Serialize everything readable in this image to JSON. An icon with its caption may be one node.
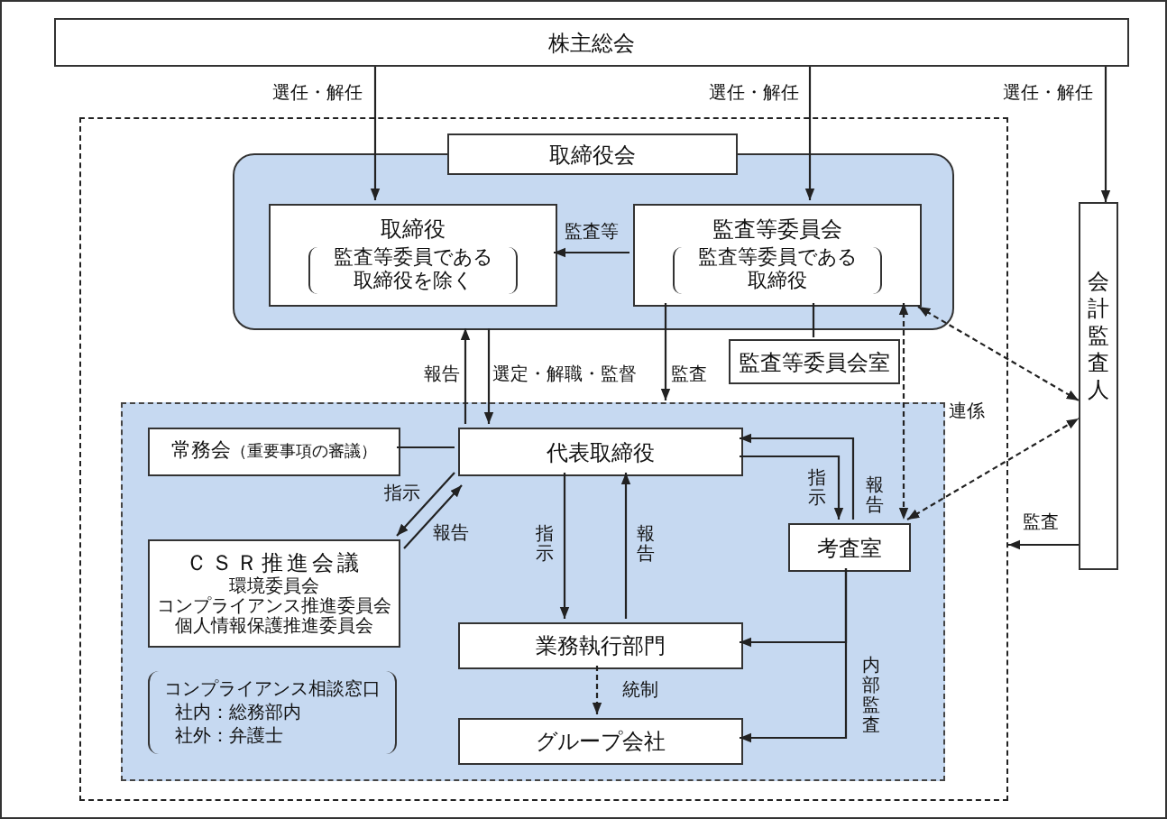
{
  "diagram": {
    "nodes": [
      {
        "text": [
          "株主総会"
        ]
      },
      {
        "text": [],
        "shape": "box"
      },
      {
        "text": [
          "取締役会"
        ],
        "in": 1
      },
      {
        "text": [],
        "shape": "box",
        "in": 1
      },
      {
        "text": [
          "取締役",
          "監査等委員である取締役を除く"
        ],
        "in": 3
      },
      {
        "text": [
          "監査等委員会",
          "監査等委員である取締役"
        ],
        "in": 3
      },
      {
        "text": [
          "監査等委員会室"
        ],
        "in": 1
      },
      {
        "text": [],
        "shape": "box",
        "in": 1
      },
      {
        "text": [
          "常務会",
          "（重要事項の審議）"
        ],
        "in": 7
      },
      {
        "text": [
          "代表取締役"
        ],
        "in": 7
      },
      {
        "text": [
          "ＣＳＲ推進会議",
          "環境委員会",
          "コンプライアンス推進委員会",
          "個人情報保護推進委員会"
        ],
        "in": 7
      },
      {
        "text": [
          "考査室"
        ],
        "in": 7
      },
      {
        "text": [
          "業務執行部門"
        ],
        "in": 7
      },
      {
        "text": [
          "グループ会社"
        ],
        "in": 7
      },
      {
        "text": [
          "会計監査人"
        ]
      }
    ],
    "edges": [
      {
        "from": 0,
        "to": 4,
        "arrow": "to",
        "label": "選任・解任"
      },
      {
        "from": 0,
        "to": 5,
        "arrow": "to",
        "label": "選任・解任"
      },
      {
        "from": 0,
        "to": 14,
        "arrow": "to",
        "label": "選任・解任"
      },
      {
        "from": 5,
        "to": 4,
        "arrow": "to",
        "label": "監査等"
      },
      {
        "from": 5,
        "to": 6,
        "arrow": "none"
      },
      {
        "from": 9,
        "to": 3,
        "arrow": "to",
        "label": "報告"
      },
      {
        "from": 3,
        "to": 9,
        "arrow": "to",
        "label": "選定・解職・監督"
      },
      {
        "from": 5,
        "to": 7,
        "arrow": "to",
        "label": "監査"
      },
      {
        "from": 5,
        "to": 11,
        "arrow": "both",
        "style": "dashed"
      },
      {
        "from": 5,
        "to": 14,
        "arrow": "both",
        "style": "dashed"
      },
      {
        "from": 11,
        "to": 14,
        "arrow": "both",
        "style": "dashed"
      },
      {
        "from": 14,
        "to": 1,
        "arrow": "to",
        "label": "監査"
      },
      {
        "from": 8,
        "to": 9,
        "arrow": "none"
      },
      {
        "from": 9,
        "to": 10,
        "arrow": "to",
        "label": "指示"
      },
      {
        "from": 10,
        "to": 9,
        "arrow": "to",
        "label": "報告"
      },
      {
        "from": 9,
        "to": 12,
        "arrow": "to",
        "label": "指示"
      },
      {
        "from": 12,
        "to": 9,
        "arrow": "to",
        "label": "報告"
      },
      {
        "from": 12,
        "to": 13,
        "arrow": "to",
        "style": "dashed",
        "label": "統制"
      },
      {
        "from": 11,
        "to": 9,
        "arrow": "to",
        "label": "報告"
      },
      {
        "from": 9,
        "to": 11,
        "arrow": "to",
        "label": "指示"
      },
      {
        "from": 11,
        "to": 12,
        "arrow": "to"
      },
      {
        "from": 11,
        "to": 13,
        "arrow": "to",
        "label": "内部監査"
      }
    ],
    "labels": [
      "連係",
      "コンプライアンス相談窓口",
      "社内：総務部内",
      "社外：弁護士"
    ]
  }
}
